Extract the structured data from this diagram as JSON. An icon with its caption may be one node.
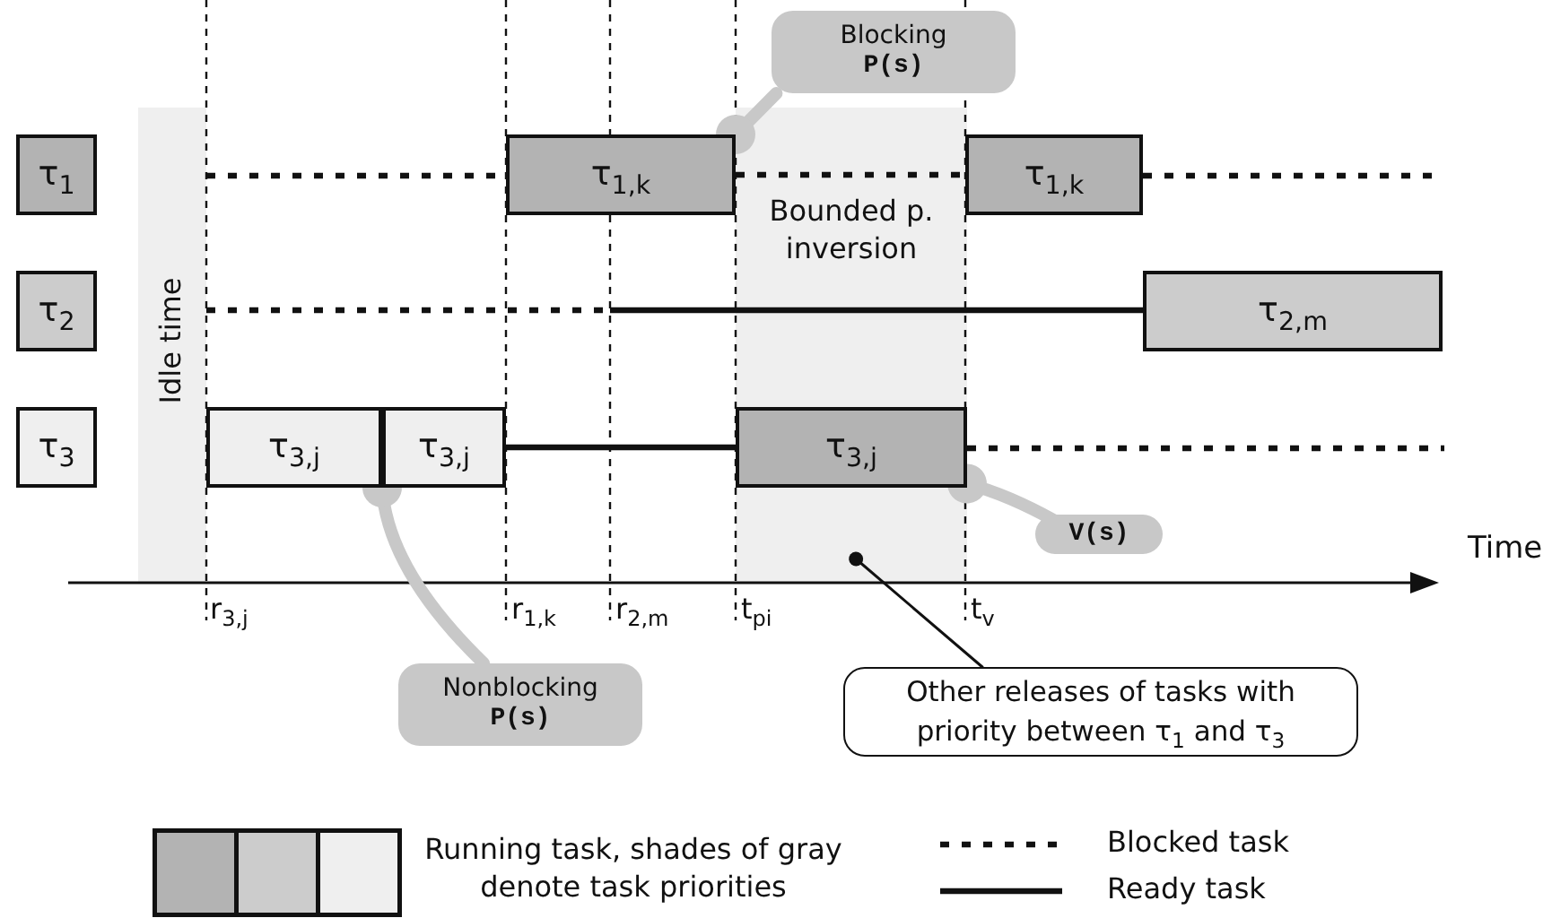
{
  "diagram": {
    "nodes": [
      {
        "text": [
          "τ$_{1}$"
        ]
      },
      {
        "text": [
          "τ$_{2}$"
        ]
      },
      {
        "text": [
          "τ$_{3}$"
        ]
      },
      {
        "text": [
          "Idle time"
        ]
      },
      {
        "text": [
          "Bounded p. inversion"
        ]
      },
      {
        "text": [
          "τ$_{1,k}$"
        ]
      },
      {
        "text": [
          "τ$_{1,k}$"
        ]
      },
      {
        "text": [
          "τ$_{2,m}$"
        ]
      },
      {
        "text": [
          "τ$_{3,j}$"
        ]
      },
      {
        "text": [
          "τ$_{3,j}$"
        ]
      },
      {
        "text": [
          "τ$_{3,j}$"
        ],
        "in": 4
      },
      {
        "text": [
          "Blocking",
          "P(s)"
        ]
      },
      {
        "text": [
          "Nonblocking",
          "P(s)"
        ]
      },
      {
        "text": [
          "V(s)"
        ]
      },
      {
        "text": [
          "Other releases of tasks with priority between τ$_{1}$ and τ$_{3}$"
        ]
      }
    ],
    "edges": [
      {
        "from": 11,
        "to": 5,
        "arrow": "other",
        "style": "thick",
        "color": "#c8c8c8"
      },
      {
        "from": 12,
        "to": 9,
        "arrow": "other",
        "style": "thick",
        "color": "#c8c8c8"
      },
      {
        "from": 13,
        "to": 10,
        "arrow": "other",
        "style": "thick",
        "color": "#c8c8c8"
      },
      {
        "from": 14,
        "to": 4,
        "arrow": "other",
        "color": "#111111"
      },
      {
        "from": 5,
        "to": 6,
        "arrow": "none",
        "style": "dashed",
        "color": "#111111"
      },
      {
        "from": 9,
        "to": 10,
        "arrow": "none",
        "color": "#111111"
      }
    ],
    "labels": [
      "Time",
      "r$_{3,j}$",
      "r$_{1,k}$",
      "r$_{2,m}$",
      "t$_{pi}$",
      "t$_{v}$"
    ],
    "legend": [
      {
        "text": "Running task, shades of gray denote task priorities"
      },
      {
        "text": "Blocked task"
      },
      {
        "text": "Ready task"
      }
    ]
  }
}
